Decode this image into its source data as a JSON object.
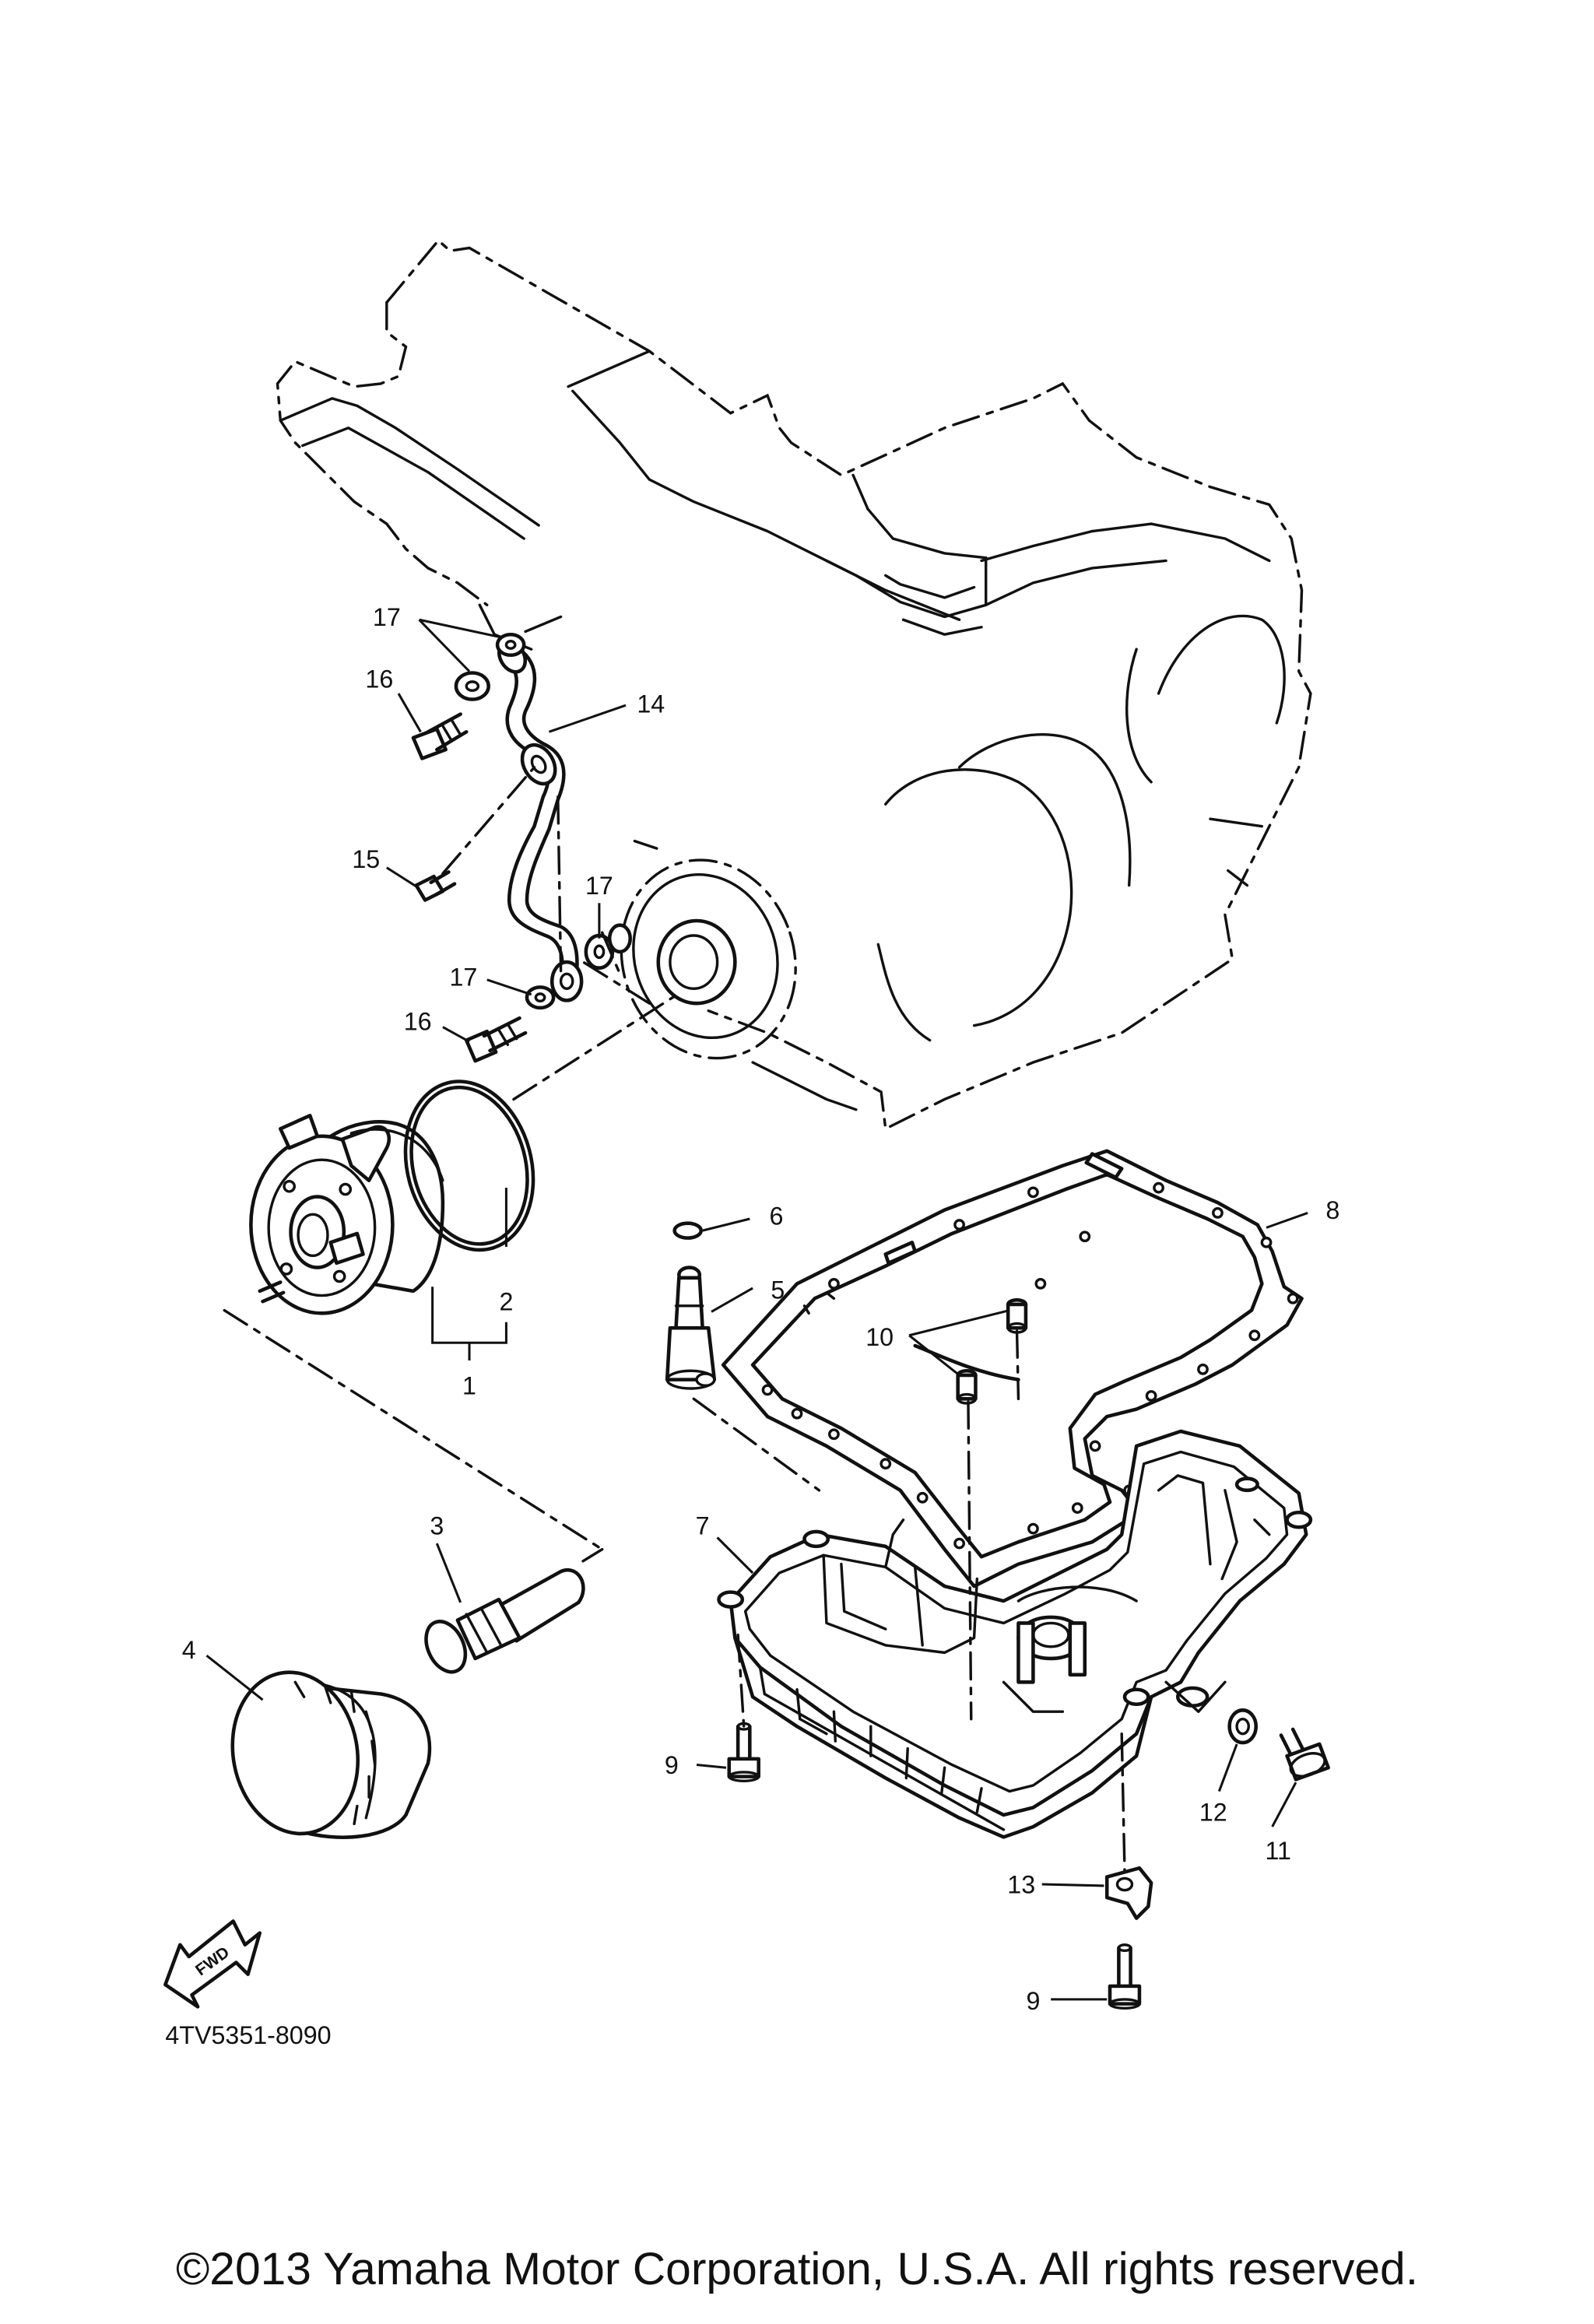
{
  "diagram": {
    "reference_code": "4TV5351-8090",
    "direction_marker": "FWD",
    "copyright": "©2013 Yamaha Motor Corporation, U.S.A. All rights reserved.",
    "callouts": {
      "c1": "1",
      "c2": "2",
      "c3": "3",
      "c4": "4",
      "c5": "5",
      "c6": "6",
      "c7": "7",
      "c8": "8",
      "c9a": "9",
      "c9b": "9",
      "c10": "10",
      "c11": "11",
      "c12": "12",
      "c13": "13",
      "c14": "14",
      "c15": "15",
      "c16a": "16",
      "c16b": "16",
      "c17a": "17",
      "c17b": "17",
      "c17c": "17"
    }
  }
}
